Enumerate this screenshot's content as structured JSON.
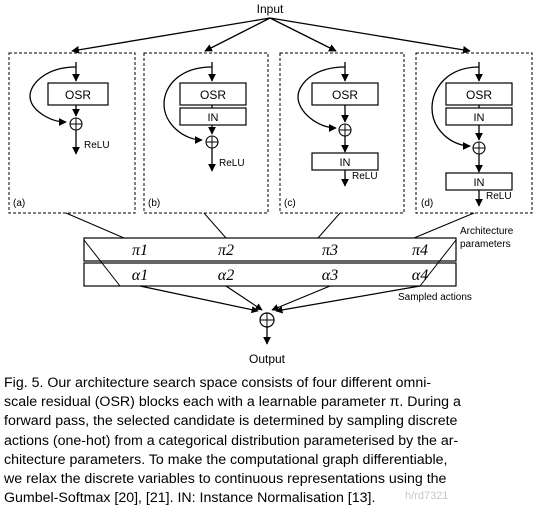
{
  "diagram": {
    "input_label": "Input",
    "output_label": "Output",
    "osr_label": "OSR",
    "in_label": "IN",
    "relu_label": "ReLU",
    "panel_tags": [
      "(a)",
      "(b)",
      "(c)",
      "(d)"
    ],
    "architecture_parameters_label": [
      "Architecture",
      "parameters"
    ],
    "sampled_actions_label": "Sampled actions",
    "pi_row": [
      "π1",
      "π2",
      "π3",
      "π4"
    ],
    "alpha_row": [
      "α1",
      "α2",
      "α3",
      "α4"
    ]
  },
  "caption": {
    "lines": [
      "Fig. 5. Our architecture search space consists of four different omni-",
      "scale residual (OSR) blocks each with a learnable parameter π. During a",
      "forward pass, the selected candidate is determined by sampling discrete",
      "actions (one-hot) from a categorical distribution parameterised by the ar-",
      "chitecture parameters. To make the computational graph differentiable,",
      "we relax the discrete variables to continuous representations using the",
      "Gumbel-Softmax [20], [21]. IN: Instance Normalisation [13]."
    ]
  },
  "watermark": "h/rd7321"
}
